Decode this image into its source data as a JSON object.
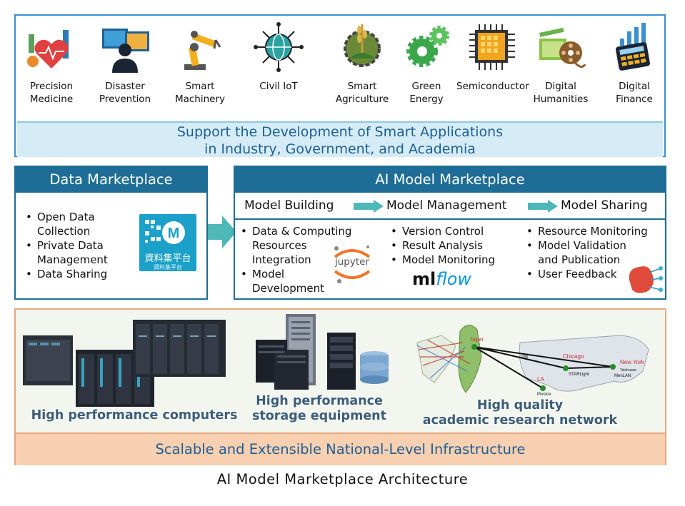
{
  "applications": {
    "items": [
      {
        "label": "Precision\nMedicine",
        "icon": "heart-medicine-icon"
      },
      {
        "label": "Disaster\nPrevention",
        "icon": "monitor-person-icon"
      },
      {
        "label": "Smart\nMachinery",
        "icon": "robot-arm-icon"
      },
      {
        "label": "Civil IoT",
        "icon": "globe-network-icon"
      },
      {
        "label": "Smart\nAgriculture",
        "icon": "wheat-field-icon"
      },
      {
        "label": "Green\nEnergy",
        "icon": "green-gears-icon"
      },
      {
        "label": "Semiconductor",
        "icon": "chip-icon"
      },
      {
        "label": "Digital\nHumanities",
        "icon": "film-reel-icon"
      },
      {
        "label": "Digital\nFinance",
        "icon": "calculator-chart-icon"
      }
    ],
    "banner": "Support the Development of Smart Applications\nin Industry, Government, and Academia"
  },
  "data_marketplace": {
    "title": "Data Marketplace",
    "bullets": [
      "Open Data\nCollection",
      "Private Data\nManagement",
      "Data Sharing"
    ],
    "logo_text": "資料集平台",
    "logo_subtext": "資料集平台",
    "logo_letter": "M"
  },
  "ai_marketplace": {
    "title": "AI Model Marketplace",
    "steps": [
      "Model Building",
      "Model Management",
      "Model Sharing"
    ],
    "building": [
      "Data & Computing\nResources\nIntegration",
      "Model\nDevelopment"
    ],
    "management": [
      "Version Control",
      "Result Analysis",
      "Model Monitoring"
    ],
    "sharing": [
      "Resource Monitoring",
      "Model Validation\nand Publication",
      "User Feedback"
    ],
    "jupyter_text": "jupyter",
    "mlflow_ml": "ml",
    "mlflow_flow": "flow"
  },
  "infrastructure": {
    "captions": [
      "High performance computers",
      "High performance\nstorage equipment",
      "High quality\nacademic research network"
    ],
    "map_labels": [
      "Taipei",
      "Chicago",
      "New York",
      "LA",
      "STARLight",
      "MenLAN",
      "Telehouse",
      "Pivoice",
      "10G"
    ],
    "banner": "Scalable and Extensible National-Level Infrastructure"
  },
  "caption": "AI Model Marketplace Architecture",
  "colors": {
    "primary": "#1d6d97",
    "accent_blue": "#3a8fd0",
    "banner_text": "#1d5f96",
    "teal_arrow": "#4db8b6",
    "infra_orange": "#f8cfb0"
  }
}
